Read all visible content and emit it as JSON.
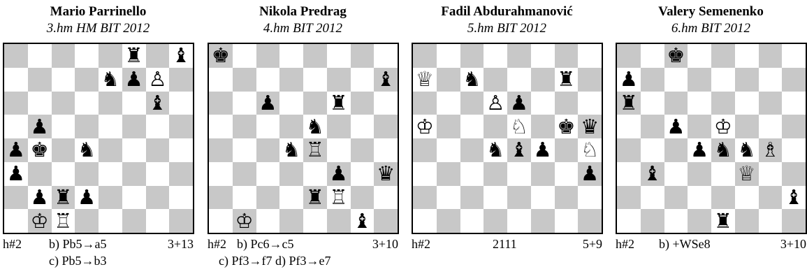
{
  "problems": [
    {
      "author": "Mario Parrinello",
      "source": "3.hm HM BIT 2012",
      "stipulation": "h#2",
      "twin_line1": "b) Pb5→a5",
      "count": "3+13",
      "twin_line2": "c) Pb5→b3",
      "pieces": [
        {
          "sq": "f8",
          "type": "rook",
          "color": "black",
          "glyph": "♜"
        },
        {
          "sq": "h8",
          "type": "bishop",
          "color": "black",
          "glyph": "♝"
        },
        {
          "sq": "e7",
          "type": "knight",
          "color": "black",
          "glyph": "♞"
        },
        {
          "sq": "f7",
          "type": "pawn",
          "color": "black",
          "glyph": "♟"
        },
        {
          "sq": "g7",
          "type": "pawn",
          "color": "white",
          "glyph": "♙"
        },
        {
          "sq": "g6",
          "type": "bishop",
          "color": "black",
          "glyph": "♝"
        },
        {
          "sq": "b5",
          "type": "pawn",
          "color": "black",
          "glyph": "♟"
        },
        {
          "sq": "a4",
          "type": "pawn",
          "color": "black",
          "glyph": "♟"
        },
        {
          "sq": "b4",
          "type": "king",
          "color": "black",
          "glyph": "♚"
        },
        {
          "sq": "d4",
          "type": "knight",
          "color": "black",
          "glyph": "♞"
        },
        {
          "sq": "a3",
          "type": "pawn",
          "color": "black",
          "glyph": "♟"
        },
        {
          "sq": "b2",
          "type": "pawn",
          "color": "black",
          "glyph": "♟"
        },
        {
          "sq": "c2",
          "type": "rook",
          "color": "black",
          "glyph": "♜"
        },
        {
          "sq": "d2",
          "type": "pawn",
          "color": "black",
          "glyph": "♟"
        },
        {
          "sq": "b1",
          "type": "king",
          "color": "white",
          "glyph": "♔"
        },
        {
          "sq": "c1",
          "type": "rook",
          "color": "white",
          "glyph": "♖"
        }
      ]
    },
    {
      "author": "Nikola Predrag",
      "source": "4.hm BIT 2012",
      "stipulation": "h#2",
      "twin_line1": "b) Pc6→c5",
      "count": "3+10",
      "twin_line2": "c) Pf3→f7 d) Pf3→e7",
      "pieces": [
        {
          "sq": "a8",
          "type": "king",
          "color": "black",
          "glyph": "♚"
        },
        {
          "sq": "h7",
          "type": "bishop",
          "color": "black",
          "glyph": "♝"
        },
        {
          "sq": "c6",
          "type": "pawn",
          "color": "black",
          "glyph": "♟"
        },
        {
          "sq": "f6",
          "type": "rook",
          "color": "black",
          "glyph": "♜"
        },
        {
          "sq": "e5",
          "type": "knight",
          "color": "black",
          "glyph": "♞"
        },
        {
          "sq": "d4",
          "type": "knight",
          "color": "black",
          "glyph": "♞"
        },
        {
          "sq": "e4",
          "type": "rook",
          "color": "white",
          "glyph": "♖"
        },
        {
          "sq": "f3",
          "type": "pawn",
          "color": "black",
          "glyph": "♟"
        },
        {
          "sq": "h3",
          "type": "queen",
          "color": "black",
          "glyph": "♛"
        },
        {
          "sq": "e2",
          "type": "rook",
          "color": "black",
          "glyph": "♜"
        },
        {
          "sq": "f2",
          "type": "rook",
          "color": "white",
          "glyph": "♖"
        },
        {
          "sq": "b1",
          "type": "king",
          "color": "white",
          "glyph": "♔"
        },
        {
          "sq": "g1",
          "type": "bishop",
          "color": "black",
          "glyph": "♝"
        }
      ]
    },
    {
      "author": "Fadil Abdurahmanović",
      "source": "5.hm BIT 2012",
      "stipulation": "h#2",
      "twin_line1": "2111",
      "count": "5+9",
      "twin_line2": "",
      "pieces": [
        {
          "sq": "a7",
          "type": "queen",
          "color": "white",
          "glyph": "♕"
        },
        {
          "sq": "c7",
          "type": "knight",
          "color": "black",
          "glyph": "♞"
        },
        {
          "sq": "g7",
          "type": "rook",
          "color": "black",
          "glyph": "♜"
        },
        {
          "sq": "d6",
          "type": "pawn",
          "color": "white",
          "glyph": "♙"
        },
        {
          "sq": "e6",
          "type": "pawn",
          "color": "black",
          "glyph": "♟"
        },
        {
          "sq": "a5",
          "type": "king",
          "color": "white",
          "glyph": "♔"
        },
        {
          "sq": "e5",
          "type": "knight",
          "color": "white",
          "glyph": "♘"
        },
        {
          "sq": "g5",
          "type": "king",
          "color": "black",
          "glyph": "♚"
        },
        {
          "sq": "h5",
          "type": "queen",
          "color": "black",
          "glyph": "♛"
        },
        {
          "sq": "d4",
          "type": "knight",
          "color": "black",
          "glyph": "♞"
        },
        {
          "sq": "e4",
          "type": "bishop",
          "color": "black",
          "glyph": "♝"
        },
        {
          "sq": "f4",
          "type": "pawn",
          "color": "black",
          "glyph": "♟"
        },
        {
          "sq": "h4",
          "type": "knight",
          "color": "white",
          "glyph": "♘"
        },
        {
          "sq": "h3",
          "type": "pawn",
          "color": "black",
          "glyph": "♟"
        }
      ]
    },
    {
      "author": "Valery Semenenko",
      "source": "6.hm BIT 2012",
      "stipulation": "h#2",
      "twin_line1": "b) +WSe8",
      "count": "3+10",
      "twin_line2": "",
      "pieces": [
        {
          "sq": "c8",
          "type": "king",
          "color": "black",
          "glyph": "♚"
        },
        {
          "sq": "a7",
          "type": "pawn",
          "color": "black",
          "glyph": "♟"
        },
        {
          "sq": "a6",
          "type": "rook",
          "color": "black",
          "glyph": "♜"
        },
        {
          "sq": "c5",
          "type": "pawn",
          "color": "black",
          "glyph": "♟"
        },
        {
          "sq": "e5",
          "type": "king",
          "color": "white",
          "glyph": "♔"
        },
        {
          "sq": "d4",
          "type": "pawn",
          "color": "black",
          "glyph": "♟"
        },
        {
          "sq": "e4",
          "type": "knight",
          "color": "black",
          "glyph": "♞"
        },
        {
          "sq": "f4",
          "type": "knight",
          "color": "black",
          "glyph": "♞"
        },
        {
          "sq": "g4",
          "type": "bishop",
          "color": "white",
          "glyph": "♗"
        },
        {
          "sq": "b3",
          "type": "bishop",
          "color": "black",
          "glyph": "♝"
        },
        {
          "sq": "f3",
          "type": "queen",
          "color": "white",
          "glyph": "♕"
        },
        {
          "sq": "h2",
          "type": "bishop",
          "color": "black",
          "glyph": "♝"
        },
        {
          "sq": "e1",
          "type": "rook",
          "color": "black",
          "glyph": "♜"
        }
      ]
    }
  ]
}
